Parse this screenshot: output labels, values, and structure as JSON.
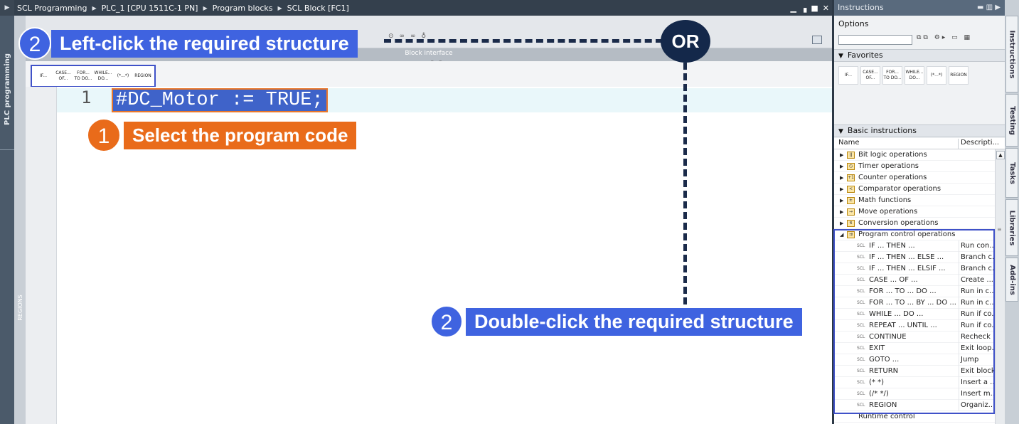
{
  "left_sidebar": {
    "expand_glyph": "▶",
    "tab_label": "PLC programming"
  },
  "breadcrumb": [
    "SCL Programming",
    "PLC_1 [CPU 1511C-1 PN]",
    "Program blocks",
    "SCL Block [FC1]"
  ],
  "window_buttons": {
    "minimize": "▁",
    "restore": "▗",
    "maximize": "■",
    "close": "✕"
  },
  "editor": {
    "block_interface_label": "Block interface",
    "regions_label": "REGIONS",
    "structure_buttons": [
      "IF...",
      "CASE... OF...",
      "FOR... TO DO...",
      "WHILE... DO...",
      "(*...*)",
      "REGION"
    ],
    "line_number": "1",
    "code": "#DC_Motor := TRUE;"
  },
  "annotations": {
    "step2_top": {
      "number": "2",
      "text": "Left-click the required structure"
    },
    "step1": {
      "number": "1",
      "text": "Select the program code"
    },
    "or_label": "OR",
    "step2_bottom": {
      "number": "2",
      "text": "Double-click the required structure"
    }
  },
  "instructions_panel": {
    "title": "Instructions",
    "options_label": "Options",
    "favorites_label": "Favorites",
    "favorites": [
      "IF...",
      "CASE... OF...",
      "FOR... TO DO...",
      "WHILE... DO...",
      "(*...*)",
      "REGION"
    ],
    "basic_label": "Basic instructions",
    "col_name": "Name",
    "col_desc": "Descripti...",
    "categories": [
      "Bit logic operations",
      "Timer operations",
      "Counter operations",
      "Comparator operations",
      "Math functions",
      "Move operations",
      "Conversion operations",
      "Program control operations"
    ],
    "program_control": [
      {
        "name": "IF ... THEN ...",
        "desc": "Run con..."
      },
      {
        "name": "IF ... THEN ... ELSE ...",
        "desc": "Branch c..."
      },
      {
        "name": "IF ... THEN ... ELSIF ...",
        "desc": "Branch c..."
      },
      {
        "name": "CASE ... OF ...",
        "desc": "Create ..."
      },
      {
        "name": "FOR ... TO ... DO ...",
        "desc": "Run in c..."
      },
      {
        "name": "FOR ... TO ... BY ... DO ...",
        "desc": "Run in c..."
      },
      {
        "name": "WHILE ... DO ...",
        "desc": "Run if co..."
      },
      {
        "name": "REPEAT ... UNTIL ...",
        "desc": "Run if co..."
      },
      {
        "name": "CONTINUE",
        "desc": "Recheck ..."
      },
      {
        "name": "EXIT",
        "desc": "Exit loop..."
      },
      {
        "name": "GOTO ...",
        "desc": "Jump"
      },
      {
        "name": "RETURN",
        "desc": "Exit block"
      },
      {
        "name": "(*  *)",
        "desc": "Insert a ..."
      },
      {
        "name": "(/*  */)",
        "desc": "Insert m..."
      },
      {
        "name": "REGION",
        "desc": "Organiz..."
      }
    ],
    "runtime_control": "Runtime control",
    "scl_tag": "SCL"
  },
  "right_tabs": [
    "Instructions",
    "Testing",
    "Tasks",
    "Libraries",
    "Add-ins"
  ]
}
